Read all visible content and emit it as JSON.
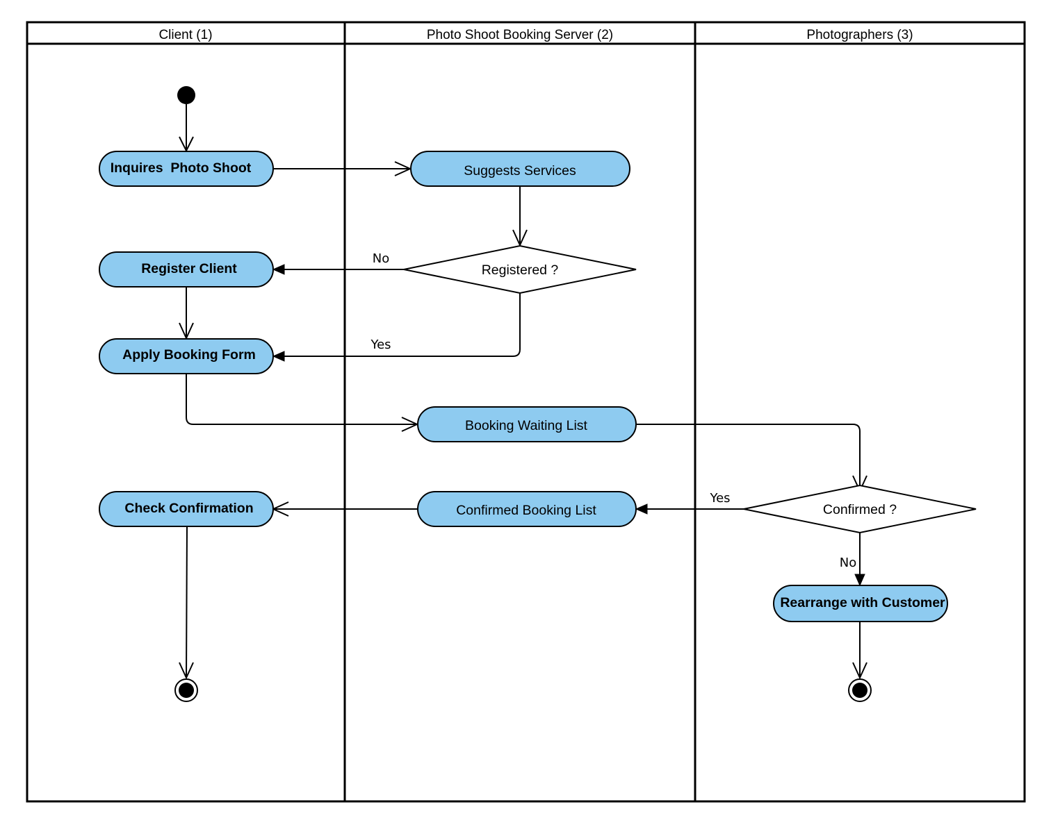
{
  "swimlanes": [
    {
      "title": "Client (1)"
    },
    {
      "title": "Photo Shoot Booking Server (2)"
    },
    {
      "title": "Photographers (3)"
    }
  ],
  "actions": {
    "inquires_photo_shoot": "Inquires  Photo Shoot",
    "suggests_services": "Suggests Services",
    "register_client": "Register Client",
    "apply_booking_form": "Apply Booking Form",
    "booking_waiting_list": "Booking Waiting List",
    "check_confirmation": "Check Confirmation",
    "confirmed_booking_list": "Confirmed Booking List",
    "rearrange_with_customer": "Rearrange with Customer"
  },
  "decisions": {
    "registered": "Registered ?",
    "confirmed": "Confirmed ?"
  },
  "guards": {
    "registered_no": "No",
    "registered_yes": "Yes",
    "confirmed_yes": "Yes",
    "confirmed_no": "No"
  },
  "colors": {
    "action_fill": "#8ecbf0",
    "stroke": "#000000",
    "background": "#ffffff"
  }
}
